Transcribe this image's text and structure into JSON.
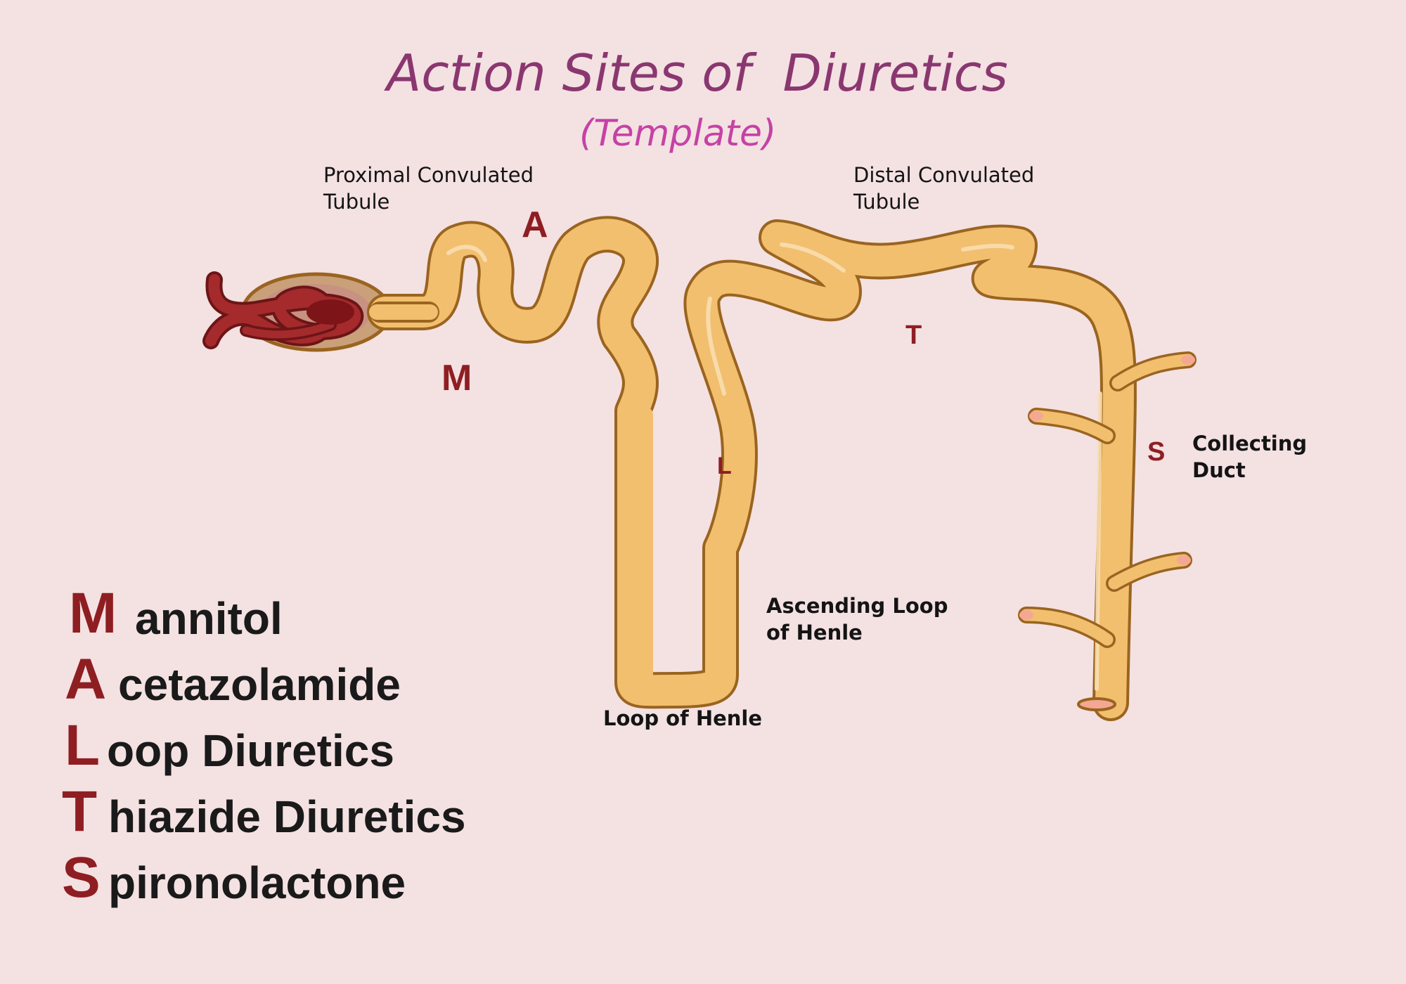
{
  "title": "Action Sites of  Diuretics",
  "subtitle": "(Template)",
  "structures": {
    "pct_line1": "Proximal Convulated",
    "pct_line2": "Tubule",
    "dct_line1": "Distal Convulated",
    "dct_line2": "Tubule",
    "collecting_line1": "Collecting",
    "collecting_line2": "Duct",
    "ascending_line1": "Ascending Loop",
    "ascending_line2": "of Henle",
    "loop": "Loop of Henle"
  },
  "sites": {
    "M": "M",
    "A": "A",
    "L": "L",
    "T": "T",
    "S": "S"
  },
  "mnemonic": [
    {
      "letter": "M",
      "rest": "annitol"
    },
    {
      "letter": "A",
      "rest": "cetazolamide"
    },
    {
      "letter": "L",
      "rest": "oop Diuretics"
    },
    {
      "letter": "T",
      "rest": "hiazide Diuretics"
    },
    {
      "letter": "S",
      "rest": "pironolactone"
    }
  ],
  "colors": {
    "background": "#f4e1e2",
    "tubule_fill": "#f1bf6e",
    "tubule_outline": "#9a6420",
    "glomerulus": "#9e2a2b",
    "title": "#8a3770",
    "subtitle": "#c542a5",
    "site_letter": "#8e1e22"
  }
}
